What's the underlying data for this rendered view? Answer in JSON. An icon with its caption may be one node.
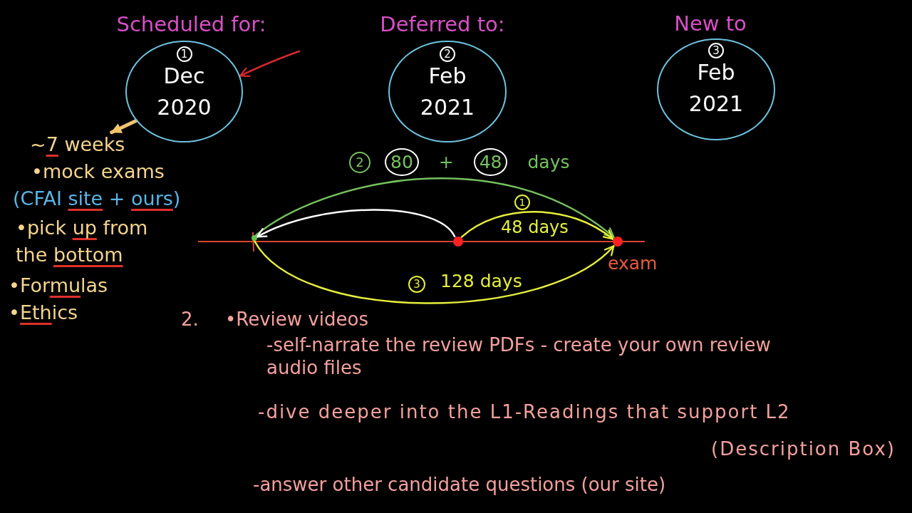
{
  "diagram": {
    "nodes": [
      {
        "text": [
          "Scheduled for:",
          "1",
          "Dec 2020"
        ]
      },
      {
        "text": [
          "Deferred to:",
          "2",
          "Feb 2021"
        ]
      },
      {
        "text": [
          "New to",
          "3",
          "Feb 2021"
        ]
      },
      {
        "text": [
          "~7 weeks"
        ]
      },
      {
        "text": [],
        "shape": "circle"
      },
      {
        "text": [],
        "shape": "circle"
      },
      {
        "text": [],
        "shape": "circle",
        "beside": [
          "exam"
        ]
      }
    ],
    "edges": [
      {
        "from": 0,
        "to": 3,
        "arrow": "to",
        "style": "thick",
        "color": "#f2c46d"
      },
      {
        "from": null,
        "to": 0,
        "arrow": "to",
        "color": "#d42a2a"
      },
      {
        "from": 4,
        "to": 6,
        "arrow": "to",
        "label": "80 + 48 days",
        "color": "#76c25e"
      },
      {
        "from": 5,
        "to": 4,
        "arrow": "to",
        "color": "#ffffff"
      },
      {
        "from": 5,
        "to": 6,
        "arrow": "to",
        "label": "48 days",
        "color": "#e6ee3a"
      },
      {
        "from": 4,
        "to": 6,
        "arrow": "to",
        "label": "128 days",
        "color": "#e6ee3a"
      }
    ],
    "labels": [
      "•mock exams",
      "(CFAI site + ours)",
      "•pick up from the bottom",
      "•Formulas",
      "•Ethics",
      "2",
      "1",
      "3",
      "2.",
      "•Review videos",
      "-self-narrate the review PDFs - create your own review audio files",
      "-dive deeper into the L1-Readings that support L2 (Description Box)",
      "-answer other candidate questions (our site)"
    ]
  }
}
